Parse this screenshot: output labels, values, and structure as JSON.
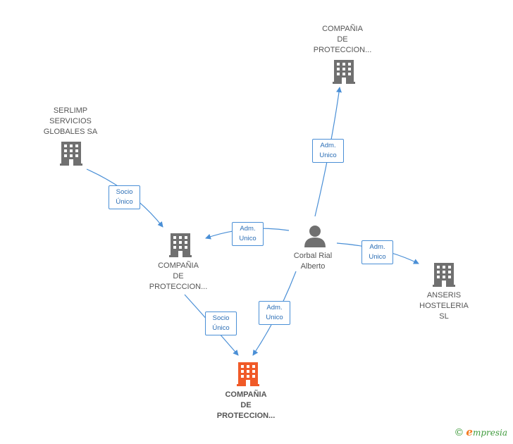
{
  "nodes": {
    "top": {
      "label_lines": [
        "COMPAÑIA",
        "DE",
        "PROTECCION..."
      ]
    },
    "serlimp": {
      "label_lines": [
        "SERLIMP",
        "SERVICIOS",
        "GLOBALES SA"
      ]
    },
    "middle": {
      "label_lines": [
        "COMPAÑIA",
        "DE",
        "PROTECCION..."
      ]
    },
    "person": {
      "label_lines": [
        "Corbal Rial",
        "Alberto"
      ]
    },
    "anseris": {
      "label_lines": [
        "ANSERIS",
        "HOSTELERIA",
        "SL"
      ]
    },
    "focus": {
      "label_lines": [
        "COMPAÑIA",
        "DE",
        "PROTECCION..."
      ]
    }
  },
  "edges": {
    "person_top": {
      "lines": [
        "Adm.",
        "Unico"
      ]
    },
    "serlimp_middle": {
      "lines": [
        "Socio",
        "Único"
      ]
    },
    "person_middle": {
      "lines": [
        "Adm.",
        "Unico"
      ]
    },
    "person_anseris": {
      "lines": [
        "Adm.",
        "Unico"
      ]
    },
    "middle_focus": {
      "lines": [
        "Socio",
        "Único"
      ]
    },
    "person_focus": {
      "lines": [
        "Adm.",
        "Unico"
      ]
    }
  },
  "footer": {
    "copyright": "©",
    "brand_initial": "e",
    "brand_rest": "mpresia"
  },
  "colors": {
    "edge": "#4a8fd6",
    "building": "#707070",
    "building_focus": "#f05a28",
    "person": "#707070"
  }
}
